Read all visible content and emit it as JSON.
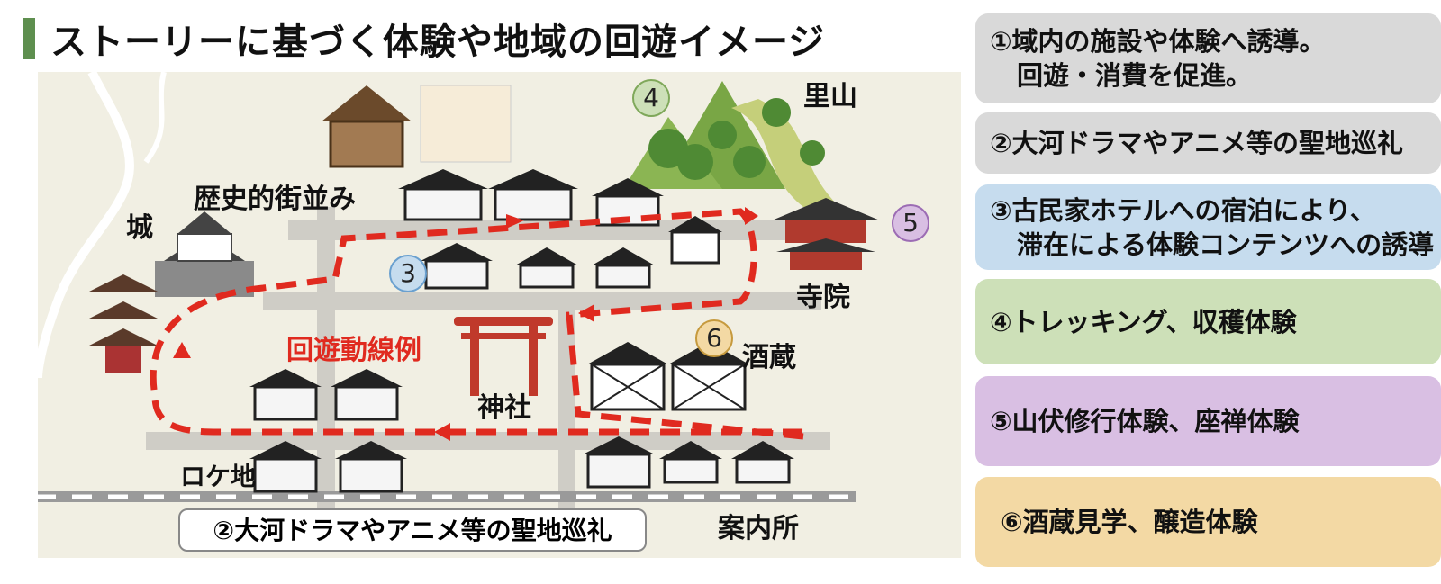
{
  "header": {
    "title": "ストーリーに基づく体験や地域の回遊イメージ"
  },
  "map": {
    "labels": {
      "castle": "城",
      "historic_street": "歴史的街並み",
      "satoyama": "里山",
      "temple": "寺院",
      "brewery": "酒蔵",
      "shrine": "神社",
      "route_example": "回遊動線例",
      "location_site": "ロケ地",
      "info_center": "案内所"
    },
    "markers": {
      "m3": "3",
      "m4": "4",
      "m5": "5",
      "m6": "6"
    },
    "callout": "②大河ドラマやアニメ等の聖地巡礼"
  },
  "legend": [
    {
      "line1": "①域内の施設や体験へ誘導。",
      "line2": "回遊・消費を促進。",
      "color": "#d9d9d9"
    },
    {
      "line1": "②大河ドラマやアニメ等の聖地巡礼",
      "line2": "",
      "color": "#d9d9d9"
    },
    {
      "line1": "③古民家ホテルへの宿泊により、",
      "line2": "滞在による体験コンテンツへの誘導",
      "color": "#c6dcee"
    },
    {
      "line1": "④トレッキング、収穫体験",
      "line2": "",
      "color": "#cde0b8"
    },
    {
      "line1": "⑤山伏修行体験、座禅体験",
      "line2": "",
      "color": "#d9bfe3"
    },
    {
      "line1": "⑥酒蔵見学、醸造体験",
      "line2": "",
      "color": "#f3d9a4"
    }
  ],
  "colors": {
    "accent": "#5e8f4f",
    "route": "#e02a1f",
    "map_bg": "#f1efe3"
  }
}
